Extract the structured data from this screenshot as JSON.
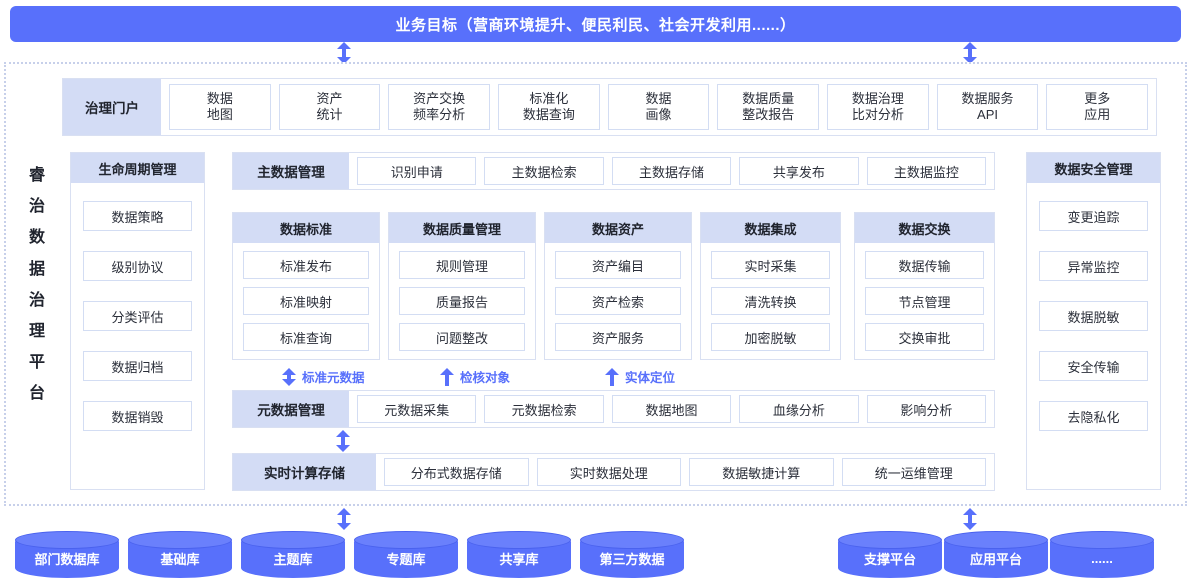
{
  "goal": {
    "title": "业务目标（营商环境提升、便民利民、社会开发利用......）"
  },
  "platform": {
    "vertical_title": [
      "睿",
      "治",
      "数",
      "据",
      "治",
      "理",
      "平",
      "台"
    ]
  },
  "portal": {
    "head": "治理门户",
    "items": [
      {
        "l1": "数据",
        "l2": "地图"
      },
      {
        "l1": "资产",
        "l2": "统计"
      },
      {
        "l1": "资产交换",
        "l2": "频率分析"
      },
      {
        "l1": "标准化",
        "l2": "数据查询"
      },
      {
        "l1": "数据",
        "l2": "画像"
      },
      {
        "l1": "数据质量",
        "l2": "整改报告"
      },
      {
        "l1": "数据治理",
        "l2": "比对分析"
      },
      {
        "l1": "数据服务",
        "l2": "API"
      },
      {
        "l1": "更多",
        "l2": "应用"
      }
    ]
  },
  "lifecycle": {
    "head": "生命周期管理",
    "items": [
      "数据策略",
      "级别协议",
      "分类评估",
      "数据归档",
      "数据销毁"
    ]
  },
  "security": {
    "head": "数据安全管理",
    "items": [
      "变更追踪",
      "异常监控",
      "数据脱敏",
      "安全传输",
      "去隐私化"
    ]
  },
  "master_data": {
    "head": "主数据管理",
    "items": [
      "识别申请",
      "主数据检索",
      "主数据存储",
      "共享发布",
      "主数据监控"
    ]
  },
  "columns": [
    {
      "head": "数据标准",
      "items": [
        "标准发布",
        "标准映射",
        "标准查询"
      ]
    },
    {
      "head": "数据质量管理",
      "items": [
        "规则管理",
        "质量报告",
        "问题整改"
      ]
    },
    {
      "head": "数据资产",
      "items": [
        "资产编目",
        "资产检索",
        "资产服务"
      ]
    },
    {
      "head": "数据集成",
      "items": [
        "实时采集",
        "清洗转换",
        "加密脱敏"
      ]
    },
    {
      "head": "数据交换",
      "items": [
        "数据传输",
        "节点管理",
        "交换审批"
      ]
    }
  ],
  "arrow_labels": [
    {
      "text": "标准元数据",
      "dir": "both"
    },
    {
      "text": "检核对象",
      "dir": "up"
    },
    {
      "text": "实体定位",
      "dir": "up"
    }
  ],
  "metadata": {
    "head": "元数据管理",
    "items": [
      "元数据采集",
      "元数据检索",
      "数据地图",
      "血缘分析",
      "影响分析"
    ]
  },
  "compute": {
    "head": "实时计算存储",
    "items": [
      "分布式数据存储",
      "实时数据处理",
      "数据敏捷计算",
      "统一运维管理"
    ]
  },
  "sources_left": [
    "部门数据库",
    "基础库",
    "主题库",
    "专题库",
    "共享库",
    "第三方数据"
  ],
  "sources_right": [
    "支撑平台",
    "应用平台",
    "......"
  ],
  "colors": {
    "brand_blue": "#5870FB",
    "head_lavender": "#D3DCF5",
    "border_light": "#d9e0f2",
    "dotted_frame": "#c7d0ea"
  }
}
